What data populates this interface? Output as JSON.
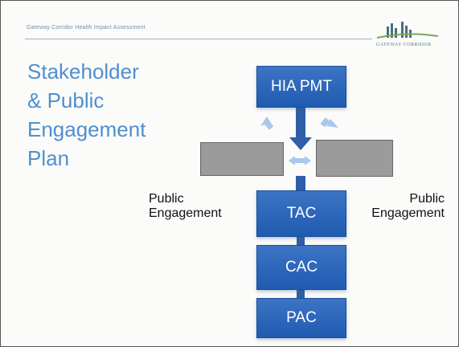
{
  "header": {
    "text": "Gateway Corridor Health Impact Assessment",
    "logo_text": "GATEWAY CORRIDOR",
    "logo_icon": "skyline-logo-icon"
  },
  "title": {
    "line1": "Stakeholder",
    "line2": "& Public",
    "line3": "Engagement",
    "line4": "Plan"
  },
  "diagram": {
    "top_box": "HIA PMT",
    "gray_left": "",
    "gray_right": "",
    "boxes": [
      "TAC",
      "CAC",
      "PAC"
    ],
    "public_engagement_left": [
      "Public",
      "Engagement"
    ],
    "public_engagement_right": [
      "Public",
      "Engagement"
    ]
  },
  "colors": {
    "title": "#4f8fd0",
    "box": "#2a64b8",
    "arrow_dark": "#2f5fa8",
    "arrow_light": "#a8c8ec"
  }
}
